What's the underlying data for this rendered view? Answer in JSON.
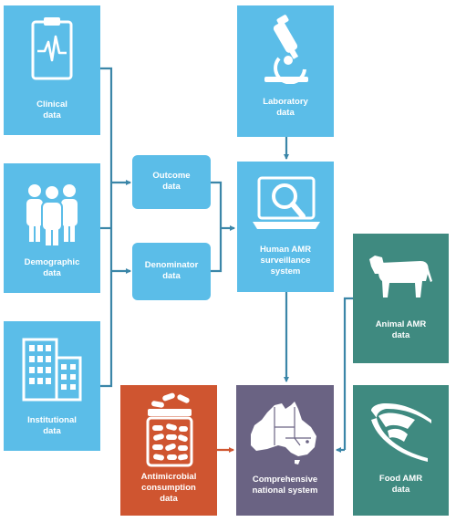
{
  "nodes": {
    "clinical": {
      "line1": "Clinical",
      "line2": "data"
    },
    "demographic": {
      "line1": "Demographic",
      "line2": "data"
    },
    "institutional": {
      "line1": "Institutional",
      "line2": "data"
    },
    "outcome": {
      "line1": "Outcome",
      "line2": "data"
    },
    "denominator": {
      "line1": "Denominator",
      "line2": "data"
    },
    "laboratory": {
      "line1": "Laboratory",
      "line2": "data"
    },
    "human_amr": {
      "line1": "Human AMR",
      "line2": "surveillance",
      "line3": "system"
    },
    "animal_amr": {
      "line1": "Animal AMR",
      "line2": "data"
    },
    "food_amr": {
      "line1": "Food AMR",
      "line2": "data"
    },
    "antimicrobial": {
      "line1": "Antimicrobial",
      "line2": "consumption",
      "line3": "data"
    },
    "comprehensive": {
      "line1": "Comprehensive",
      "line2": "national system"
    }
  },
  "colors": {
    "blue": "#5bbde8",
    "teal": "#3f8a80",
    "orange": "#cf5530",
    "slate": "#6a6383",
    "connector_blue": "#3b86a8",
    "connector_orange": "#cf5530"
  },
  "icons": {
    "clinical": "clipboard-heartbeat-icon",
    "demographic": "people-group-icon",
    "institutional": "buildings-icon",
    "laboratory": "microscope-icon",
    "human_amr": "laptop-magnifier-icon",
    "animal_amr": "cow-icon",
    "food_amr": "meat-cut-icon",
    "antimicrobial": "pill-jar-icon",
    "comprehensive": "australia-map-icon"
  }
}
